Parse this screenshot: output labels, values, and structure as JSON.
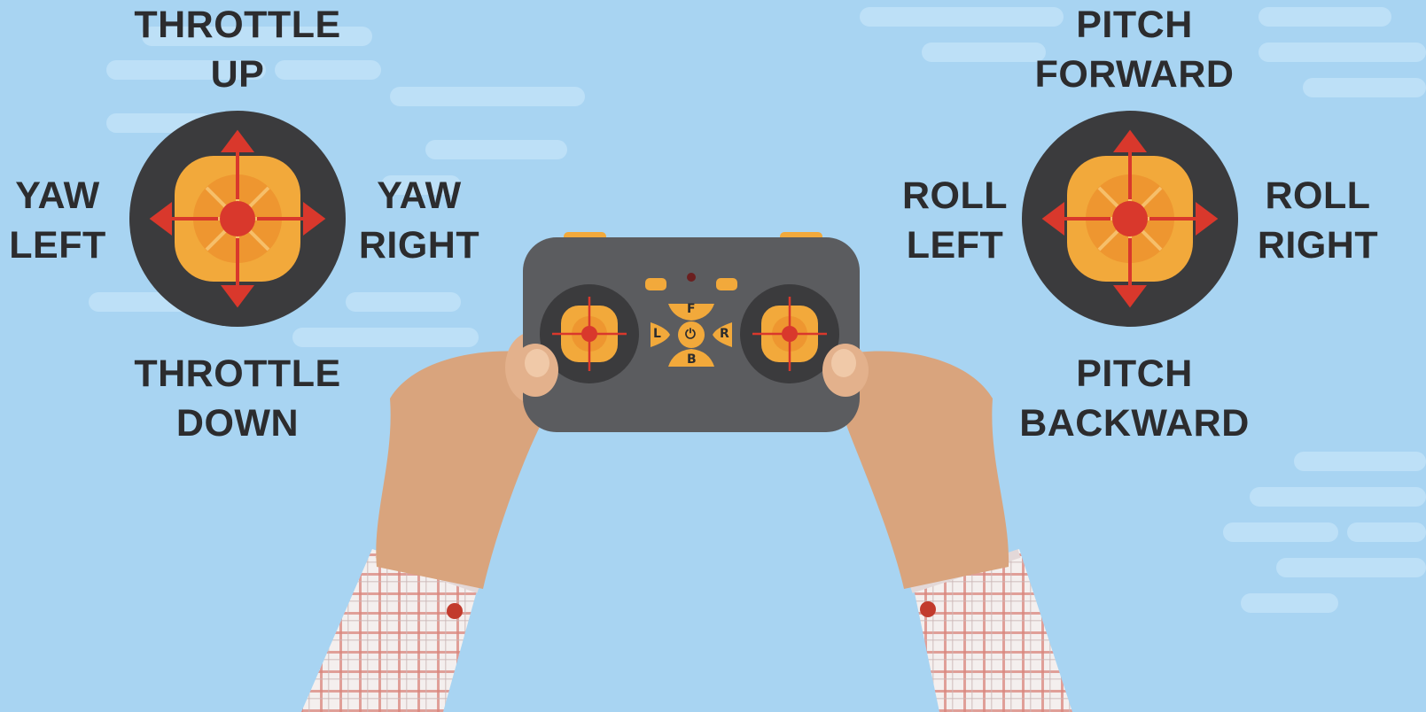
{
  "colors": {
    "sky": "#a8d4f2",
    "cloud": "#bde0f7",
    "stick_ring": "#3b3b3d",
    "stick_pad": "#f2a93b",
    "stick_inner": "#ee9630",
    "arrow": "#d9382c",
    "controller_body": "#5b5c5f",
    "skin": "#d9a47d",
    "label_text": "#2c2c2e"
  },
  "left_stick": {
    "top_label": [
      "THROTTLE",
      "UP"
    ],
    "bottom_label": [
      "THROTTLE",
      "DOWN"
    ],
    "left_label": [
      "YAW",
      "LEFT"
    ],
    "right_label": [
      "YAW",
      "RIGHT"
    ]
  },
  "right_stick": {
    "top_label": [
      "PITCH",
      "FORWARD"
    ],
    "bottom_label": [
      "PITCH",
      "BACKWARD"
    ],
    "left_label": [
      "ROLL",
      "LEFT"
    ],
    "right_label": [
      "ROLL",
      "RIGHT"
    ]
  },
  "controller": {
    "buttons": {
      "forward": "F",
      "left": "L",
      "right": "R",
      "back": "B",
      "power": "⏻"
    }
  },
  "icons": [
    "arrow-up-icon",
    "arrow-down-icon",
    "arrow-left-icon",
    "arrow-right-icon",
    "power-icon",
    "cuff-button-icon"
  ]
}
